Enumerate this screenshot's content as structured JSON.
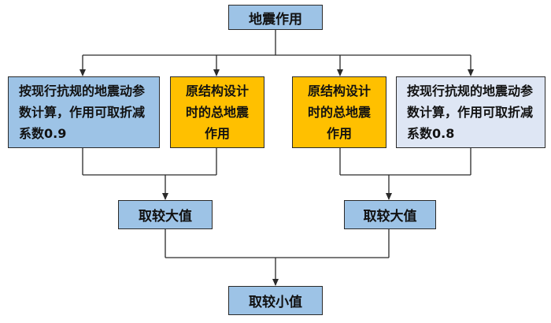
{
  "nodes": {
    "top": "地震作用",
    "left_outer": "按现行抗规的地震动参数计算，作用可取折减系数0.9",
    "left_inner": "原结构设计时的总地震作用",
    "right_inner": "原结构设计时的总地震作用",
    "right_outer": "按现行抗规的地震动参数计算，作用可取折减系数0.8",
    "left_max": "取较大值",
    "right_max": "取较大值",
    "bottom": "取较小值"
  },
  "colors": {
    "blue_box": "#9dc3e6",
    "gold_box": "#ffc000",
    "pale_box": "#dee6f4",
    "line": "#2a2a2a"
  }
}
